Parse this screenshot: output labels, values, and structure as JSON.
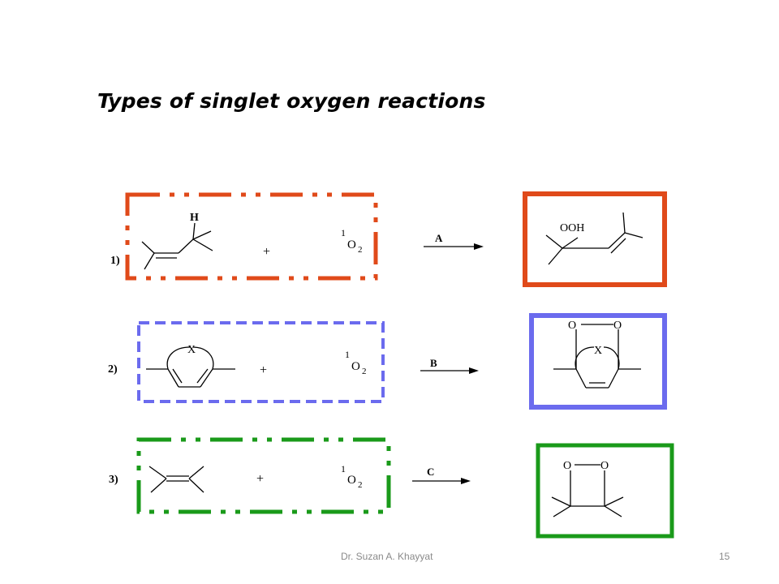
{
  "slide": {
    "title": "Types of singlet oxygen reactions",
    "footer_author": "Dr. Suzan A. Khayyat",
    "page_number": "15"
  },
  "colors": {
    "reaction_1": "#e04a1a",
    "reaction_2": "#6b6bee",
    "reaction_3": "#1a9a1a"
  },
  "reactions": [
    {
      "number": "1)",
      "plus": "+",
      "oxygen_prefix": "1",
      "oxygen_symbol": "O",
      "oxygen_subscript": "2",
      "arrow_label": "A",
      "reactant_labels": [
        "H"
      ],
      "product_labels": [
        "OOH"
      ]
    },
    {
      "number": "2)",
      "plus": "+",
      "oxygen_prefix": "1",
      "oxygen_symbol": "O",
      "oxygen_subscript": "2",
      "arrow_label": "B",
      "reactant_labels": [
        "X"
      ],
      "product_labels": [
        "O",
        "O",
        "X"
      ]
    },
    {
      "number": "3)",
      "plus": "+",
      "oxygen_prefix": "1",
      "oxygen_symbol": "O",
      "oxygen_subscript": "2",
      "arrow_label": "C",
      "reactant_labels": [],
      "product_labels": [
        "O",
        "O"
      ]
    }
  ]
}
